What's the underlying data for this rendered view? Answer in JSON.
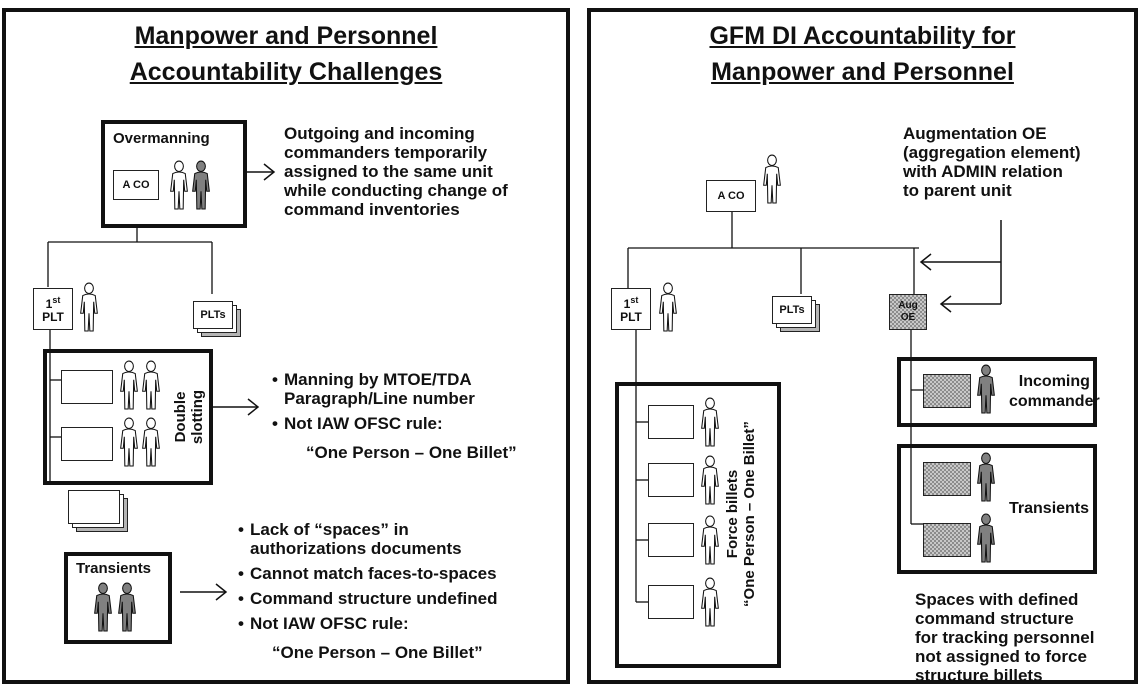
{
  "left": {
    "title_line1": "Manpower and Personnel",
    "title_line2": "Accountability Challenges",
    "overmanning": {
      "label": "Overmanning",
      "unit": "A CO"
    },
    "overmanning_note": [
      "Outgoing and incoming",
      "commanders temporarily",
      "assigned to the same unit",
      "while conducting change of",
      "command inventories"
    ],
    "first_plt_sup": "st",
    "first_plt_1": "1",
    "first_plt_2": "PLT",
    "plts": "PLTs",
    "double_slotting_1": "Double",
    "double_slotting_2": "slotting",
    "double_bullets": [
      "Manning by MTOE/TDA",
      "Paragraph/Line number",
      "Not IAW OFSC rule:",
      "“One Person – One Billet”"
    ],
    "transients": "Transients",
    "transient_bullets": [
      "Lack of “spaces” in",
      "authorizations documents",
      "Cannot match faces-to-spaces",
      "Command structure undefined",
      "Not IAW OFSC rule:",
      "“One Person – One Billet”"
    ]
  },
  "right": {
    "title_line1": "GFM DI Accountability for",
    "title_line2": "Manpower and Personnel",
    "unit": "A CO",
    "aug_note": [
      "Augmentation OE",
      "(aggregation element)",
      "with ADMIN relation",
      "to parent unit"
    ],
    "first_plt_1": "1",
    "first_plt_sup": "st",
    "first_plt_2": "PLT",
    "plts": "PLTs",
    "aug_oe_1": "Aug",
    "aug_oe_2": "OE",
    "force_billets_1": "Force billets",
    "force_billets_2": "“One Person – One Billet”",
    "incoming_1": "Incoming",
    "incoming_2": "commander",
    "transients": "Transients",
    "spaces_note": [
      "Spaces with defined",
      "command structure",
      "for tracking personnel",
      "not assigned to force",
      "structure billets"
    ]
  },
  "colors": {
    "border": "#111111",
    "soldier_gray": "#808080",
    "box_gray": "#b5b5b5"
  }
}
